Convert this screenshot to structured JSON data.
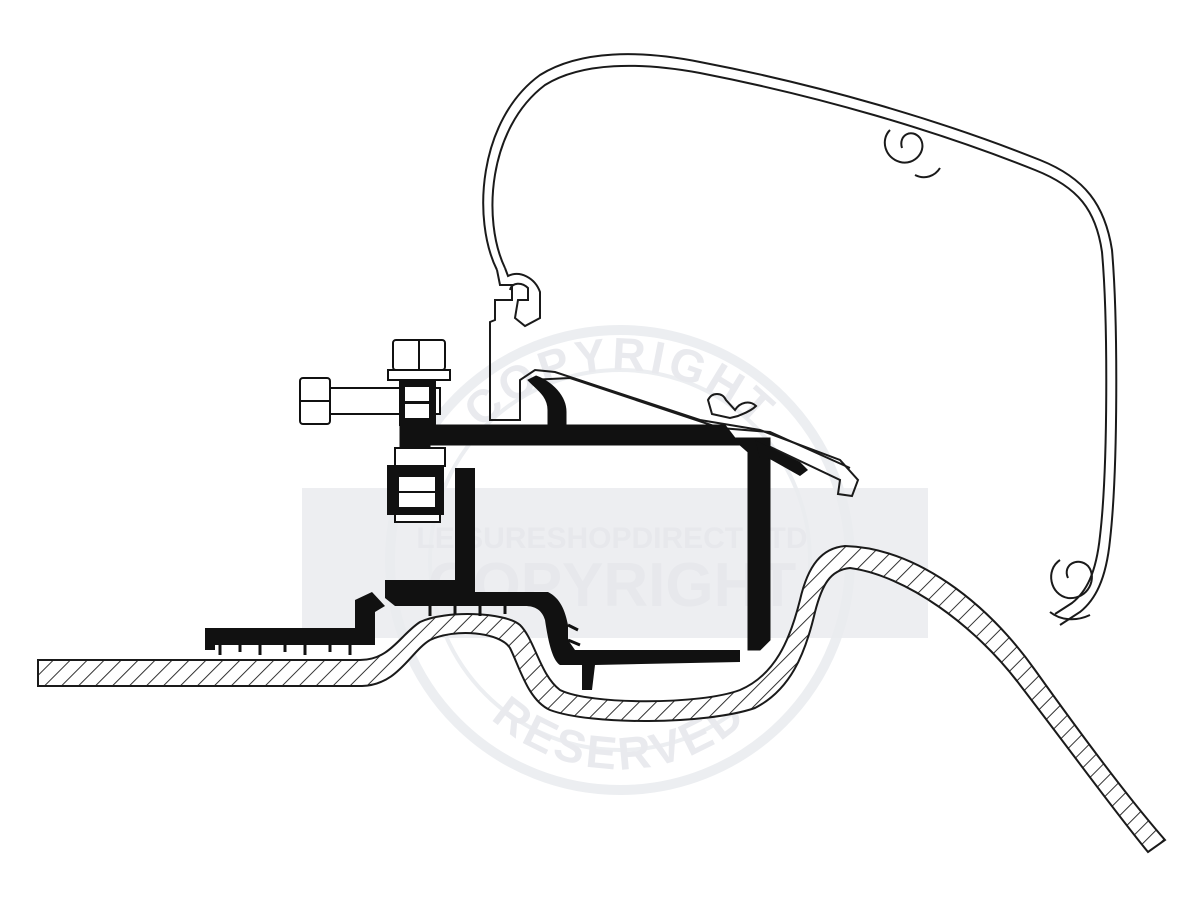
{
  "diagram": {
    "description_free": true,
    "colors": {
      "line": "#1a1a1a",
      "profile_fill": "#111111",
      "hatch": "#333333",
      "watermark": "#e6e7eb",
      "background": "#ffffff"
    }
  },
  "watermark": {
    "line1": "LEISURESHOPDIRECT LTD",
    "line2": "COPYRIGHT",
    "arc_top": "COPYRIGHT",
    "arc_bottom": "RESERVED"
  }
}
